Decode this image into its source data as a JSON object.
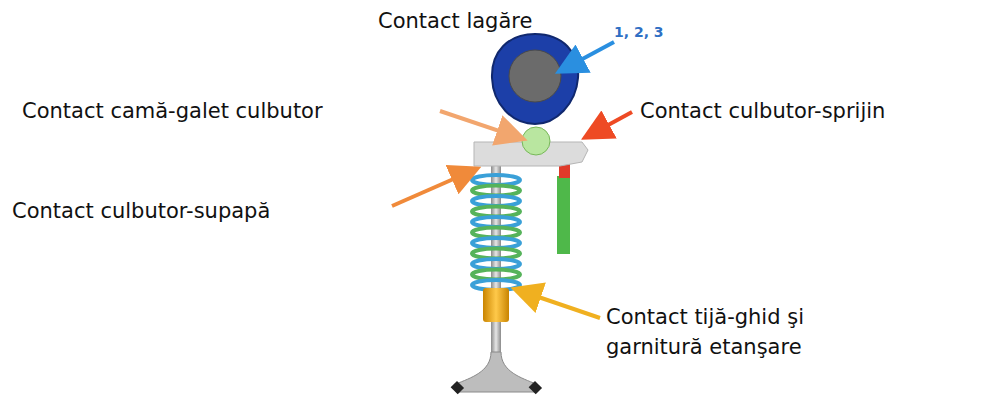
{
  "diagram": {
    "labels": [
      "Contact lagăre",
      "1, 2, 3",
      "Contact camă-galet culbutor",
      "Contact culbutor-sprijin",
      "Contact culbutor-supapă",
      "Contact tijă-ghid şi garnitură etanşare"
    ]
  }
}
